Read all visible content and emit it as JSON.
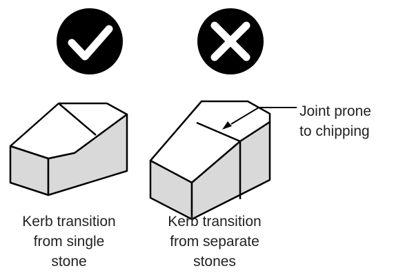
{
  "icons": {
    "correct": {
      "name": "check-mark-icon",
      "color": "#000000"
    },
    "incorrect": {
      "name": "cross-mark-icon",
      "color": "#000000"
    }
  },
  "colors": {
    "stone_face": "#ffffff",
    "stone_side": "#d9d9d9",
    "outline": "#000000"
  },
  "captions": {
    "left": "Kerb transition\nfrom single\nstone",
    "right": "Kerb transition\nfrom separate\nstones"
  },
  "annotation": {
    "text": "Joint prone\nto chipping"
  }
}
